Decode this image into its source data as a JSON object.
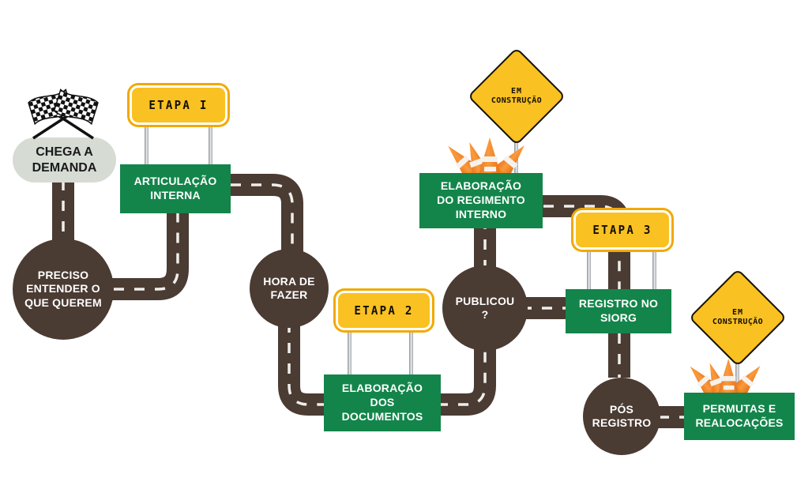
{
  "diagram": {
    "title": "Fluxo de processo - estrada",
    "colors": {
      "road": "#4a3b33",
      "road_dash": "#f0eeea",
      "green_sign": "#13854a",
      "yellow_sign": "#f9c122",
      "yellow_border": "#f2a900",
      "gray_pill": "#d6dbd4",
      "cone_orange": "#f57f17",
      "background": "#ffffff"
    },
    "start": {
      "icon": "checkered-flags-icon",
      "label": "CHEGA A DEMANDA",
      "line1": "CHEGA A",
      "line2": "DEMANDA"
    },
    "circles": [
      {
        "id": "preciso-entender",
        "line1": "PRECISO",
        "line2": "ENTENDER O",
        "line3": "QUE QUEREM"
      },
      {
        "id": "hora-de-fazer",
        "line1": "HORA DE",
        "line2": "FAZER",
        "line3": ""
      },
      {
        "id": "publicou",
        "line1": "PUBLICOU",
        "line2": "?",
        "line3": ""
      },
      {
        "id": "pos-registro",
        "line1": "PÓS",
        "line2": "REGISTRO",
        "line3": ""
      }
    ],
    "green_signs": [
      {
        "id": "articulacao-interna",
        "line1": "ARTICULAÇÃO",
        "line2": "INTERNA",
        "line3": ""
      },
      {
        "id": "elaboracao-documentos",
        "line1": "ELABORAÇÃO",
        "line2": "DOS",
        "line3": "DOCUMENTOS"
      },
      {
        "id": "elaboracao-regimento",
        "line1": "ELABORAÇÃO",
        "line2": "DO REGIMENTO",
        "line3": "INTERNO"
      },
      {
        "id": "registro-siorg",
        "line1": "REGISTRO NO",
        "line2": "SIORG",
        "line3": ""
      },
      {
        "id": "permutas-realocacoes",
        "line1": "PERMUTAS E",
        "line2": "REALOCAÇÕES",
        "line3": ""
      }
    ],
    "etapa_signs": [
      {
        "id": "etapa-1",
        "label": "ETAPA I"
      },
      {
        "id": "etapa-2",
        "label": "ETAPA 2"
      },
      {
        "id": "etapa-3",
        "label": "ETAPA 3"
      }
    ],
    "construction_signs": [
      {
        "id": "em-construcao-regimento",
        "line1": "EM",
        "line2": "CONSTRUÇÃO"
      },
      {
        "id": "em-construcao-permutas",
        "line1": "EM",
        "line2": "CONSTRUÇÃO"
      }
    ]
  }
}
